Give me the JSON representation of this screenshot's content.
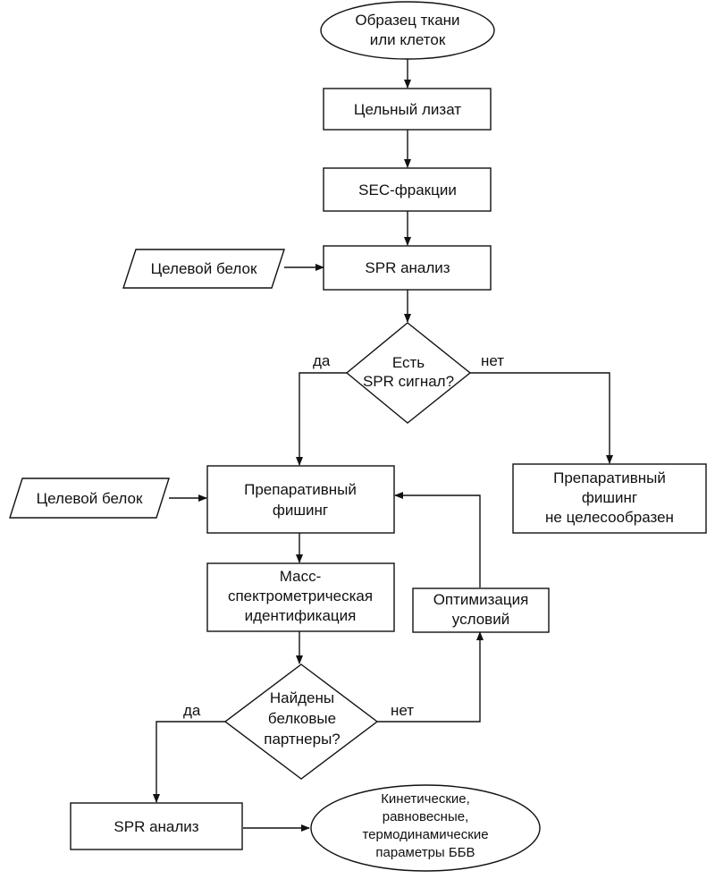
{
  "nodes": {
    "start": {
      "lines": [
        "Образец ткани",
        "или клеток"
      ]
    },
    "lysate": {
      "lines": [
        "Цельный лизат"
      ]
    },
    "sec": {
      "lines": [
        "SEC-фракции"
      ]
    },
    "spr1": {
      "lines": [
        "SPR анализ"
      ]
    },
    "target1": {
      "lines": [
        "Целевой белок"
      ]
    },
    "decision1": {
      "lines": [
        "Есть",
        "SPR сигнал?"
      ]
    },
    "fishing": {
      "lines": [
        "Препаративный",
        "фишинг"
      ]
    },
    "not_advisable": {
      "lines": [
        "Препаративный",
        "фишинг",
        "не целесообразен"
      ]
    },
    "target2": {
      "lines": [
        "Целевой белок"
      ]
    },
    "mass_spec": {
      "lines": [
        "Масс-",
        "спектрометрическая",
        "идентификация"
      ]
    },
    "optimization": {
      "lines": [
        "Оптимизация",
        "условий"
      ]
    },
    "decision2": {
      "lines": [
        "Найдены",
        "белковые",
        "партнеры?"
      ]
    },
    "spr2": {
      "lines": [
        "SPR анализ"
      ]
    },
    "result": {
      "lines": [
        "Кинетические,",
        "равновесные,",
        "термодинамические",
        "параметры ББВ"
      ]
    }
  },
  "edge_labels": {
    "d1_yes": "да",
    "d1_no": "нет",
    "d2_yes": "да",
    "d2_no": "нет"
  }
}
